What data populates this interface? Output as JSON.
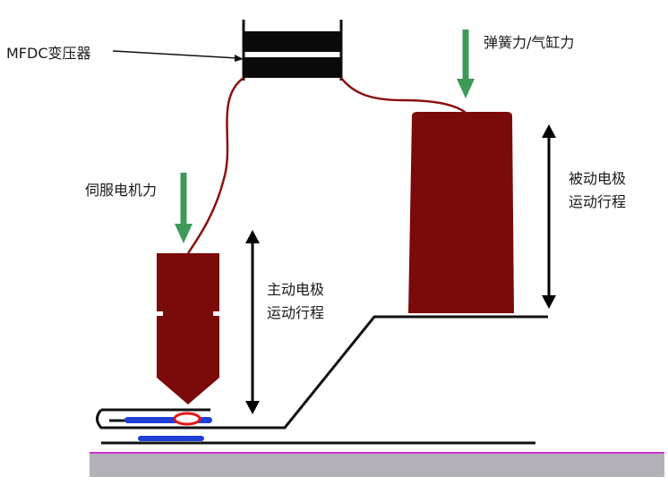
{
  "labels": {
    "transformer": "MFDC变压器",
    "spring_cylinder": "弹簧力/气缸力",
    "servo_force": "伺服电机力",
    "active_line1": "主动电极",
    "active_line2": "运动行程",
    "passive_line1": "被动电极",
    "passive_line2": "运动行程"
  },
  "colors": {
    "electrode": "#7b0a0a",
    "force_arrow": "#3f9a5a",
    "cable": "#8a1010",
    "workpiece_outline": "#111111",
    "weld_band": "#1f3fd8",
    "nugget": "#e01616",
    "base_plate": "#b3b0b8",
    "base_edge": "#cc33cc",
    "transformer": "#0a0a0a"
  },
  "icons": {
    "force_arrow": "down-arrow-icon",
    "stroke_arrow": "double-vertical-arrow-icon"
  }
}
